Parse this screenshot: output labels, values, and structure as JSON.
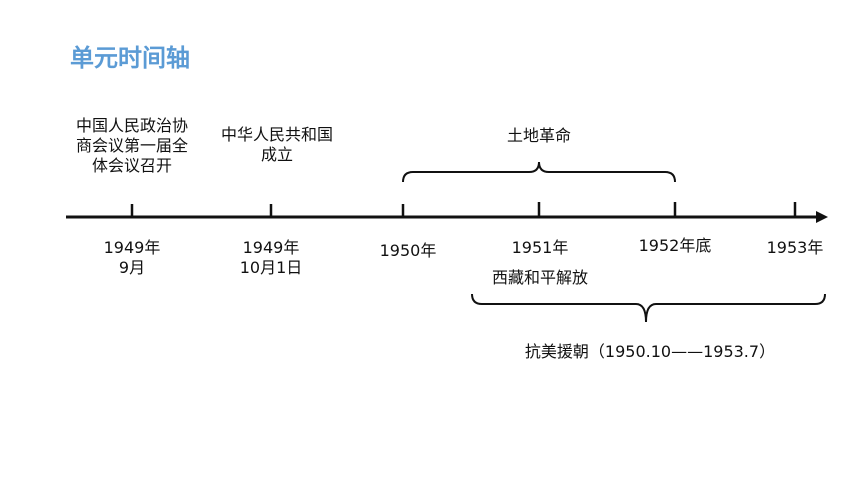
{
  "title": "单元时间轴",
  "colors": {
    "title": "#5b9bd5",
    "line": "#111111"
  },
  "events": {
    "cppcc": "中国人民政治协\n商会议第一届全\n体会议召开",
    "prc": "中华人民共和国\n成立",
    "land_reform": "土地革命",
    "tibet": "西藏和平解放",
    "korea": "抗美援朝（1950.10——1953.7）"
  },
  "dates": {
    "d1": "1949年\n9月",
    "d2": "1949年\n10月1日",
    "d3": "1950年",
    "d4": "1951年",
    "d5": "1952年底",
    "d6": "1953年"
  }
}
